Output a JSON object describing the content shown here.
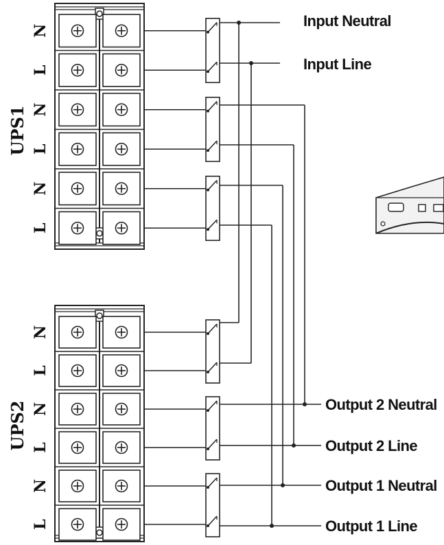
{
  "ups1": {
    "label": "UPS1",
    "terminals": [
      "N",
      "L",
      "N",
      "L",
      "N",
      "L"
    ]
  },
  "ups2": {
    "label": "UPS2",
    "terminals": [
      "N",
      "L",
      "N",
      "L",
      "N",
      "L"
    ]
  },
  "connections": {
    "input_neutral": "Input Neutral",
    "input_line": "Input Line",
    "output2_neutral": "Output 2 Neutral",
    "output2_line": "Output 2 Line",
    "output1_neutral": "Output 1 Neutral",
    "output1_line": "Output 1 Line"
  }
}
